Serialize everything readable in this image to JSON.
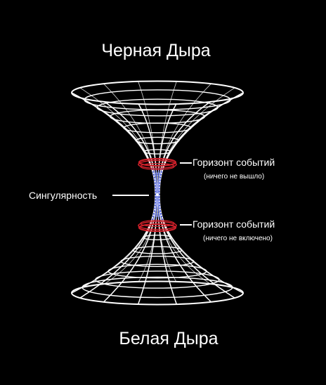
{
  "diagram": {
    "title_top": "Черная Дыра",
    "title_bottom": "Белая Дыра",
    "labels": {
      "singularity": "Сингулярность",
      "event_horizon_top": "Горизонт событий",
      "event_horizon_top_note": "(ничего не вышло)",
      "event_horizon_bottom": "Горизонт событий",
      "event_horizon_bottom_note": "(ничего не включено)"
    },
    "colors": {
      "background": "#000000",
      "grid": "#ffffff",
      "horizon": "#d0202a",
      "throat": "#3a4fd8",
      "text": "#ffffff"
    }
  }
}
